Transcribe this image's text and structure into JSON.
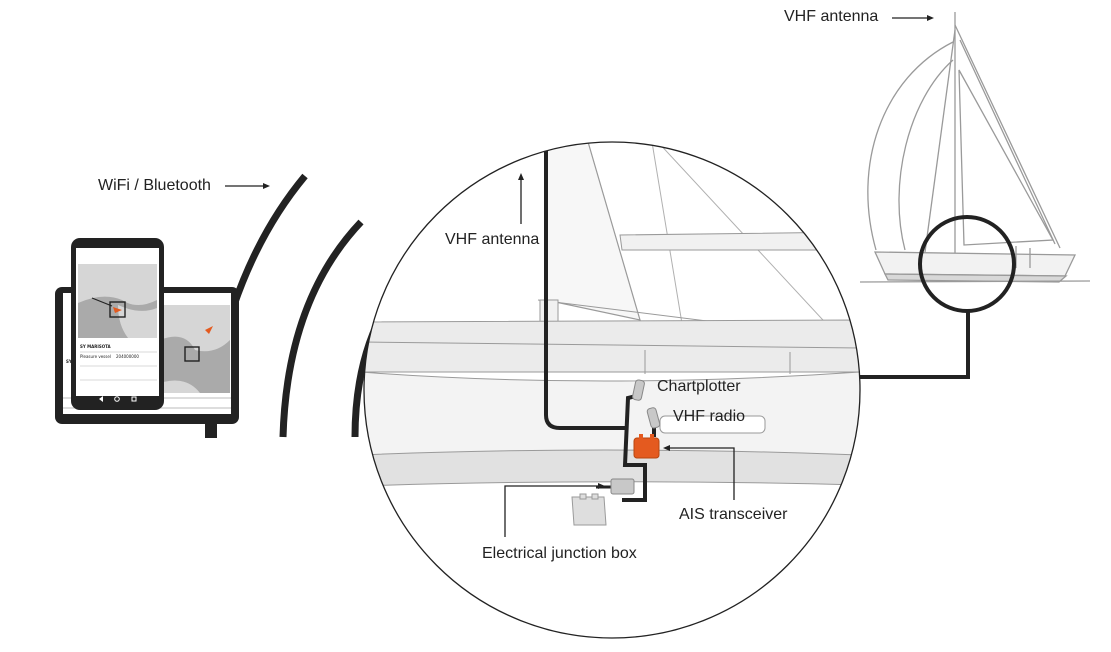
{
  "labels": {
    "vhf_antenna_top": "VHF antenna",
    "wifi_bluetooth": "WiFi / Bluetooth",
    "vhf_antenna_inner": "VHF antenna",
    "chartplotter": "Chartplotter",
    "vhf_radio": "VHF radio",
    "ais_transceiver": "AIS transceiver",
    "electrical_junction_box": "Electrical junction box"
  },
  "devices": {
    "phone": {
      "vessel_name": "SY MARISOTA",
      "vessel_type": "Pleasure vessel",
      "mmsi": "204000000"
    },
    "tablet": {
      "vessel_name": "SY MARISOTA"
    }
  },
  "colors": {
    "accent": "#e45a1f",
    "line": "#222222",
    "boat_outline": "#9a9a9a",
    "map_land": "#d6d6d6",
    "map_sea": "#aaaaaa"
  },
  "icons": {
    "wifi": "wifi-signal-arcs-icon",
    "boat": "sailboat-icon",
    "phone": "smartphone-icon",
    "tablet": "tablet-icon",
    "junction_box": "junction-box-icon",
    "ais": "ais-transceiver-icon"
  }
}
